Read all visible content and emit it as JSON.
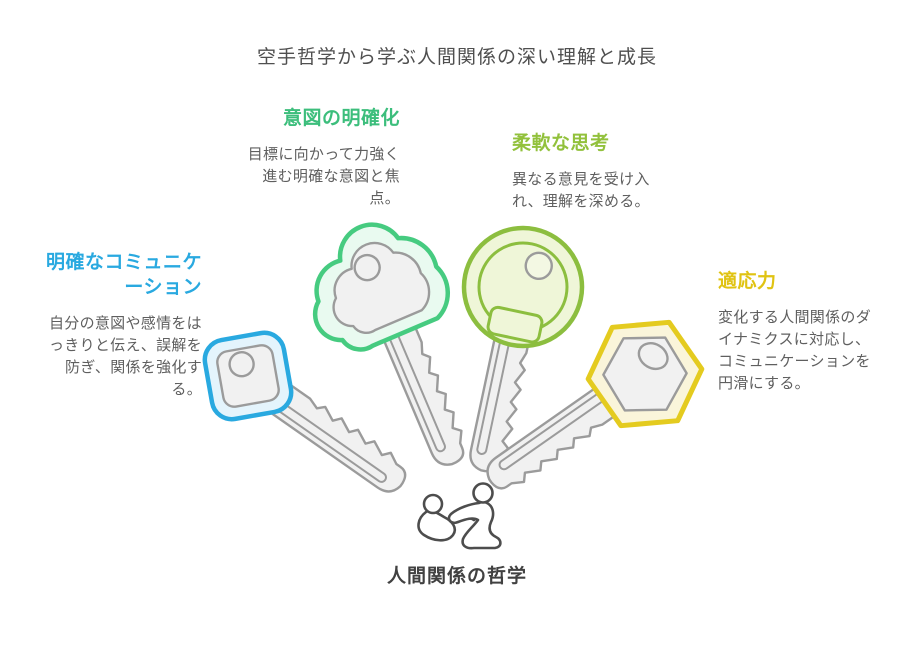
{
  "title": "空手哲学から学ぶ人間関係の深い理解と成長",
  "center": {
    "label": "人間関係の哲学",
    "icon": "grappling-people-icon"
  },
  "blocks": [
    {
      "id": "intention-clarity",
      "heading": "意図の明確化",
      "desc": "目標に向かって力強く進む明確な意図と焦点。",
      "desc_lines": [
        "目標に向かって力強く",
        "進む明確な意図と焦",
        "点。"
      ],
      "accent_color": "#3cbe7c",
      "key_icon": "clover-key-icon",
      "align": "right"
    },
    {
      "id": "flexible-thinking",
      "heading": "柔軟な思考",
      "desc": "異なる意見を受け入れ、理解を深める。",
      "desc_lines": [
        "異なる意見を受け入",
        "れ、理解を深める。"
      ],
      "accent_color": "#92c13c",
      "key_icon": "round-key-icon",
      "align": "left"
    },
    {
      "id": "clear-communication",
      "heading": "明確なコミュニケーション",
      "heading_lines": [
        "明確なコミュニケ",
        "ーション"
      ],
      "desc": "自分の意図や感情をはっきりと伝え、誤解を防ぎ、関係を強化する。",
      "desc_lines": [
        "自分の意図や感情をは",
        "っきりと伝え、誤解を",
        "防ぎ、関係を強化す",
        "る。"
      ],
      "accent_color": "#29a9e0",
      "key_icon": "diamond-key-icon",
      "align": "right"
    },
    {
      "id": "adaptability",
      "heading": "適応力",
      "desc": "変化する人間関係のダイナミクスに対応し、コミュニケーションを円滑にする。",
      "desc_lines": [
        "変化する人間関係のダ",
        "イナミクスに対応し、",
        "コミュニケーションを",
        "円滑にする。"
      ],
      "accent_color": "#e0c312",
      "key_icon": "hexagon-key-icon",
      "align": "left"
    }
  ],
  "colors": {
    "background": "#ffffff",
    "title_text": "#4f4f4f",
    "body_text": "#5f5f5f",
    "center_label_text": "#414141",
    "key_metal_stroke": "#9b9b9b",
    "key_metal_fill": "#f1f1f1",
    "blue_stroke": "#29a9e0",
    "blue_fill": "#e4f4fc",
    "green_stroke": "#46cb80",
    "green_fill": "#e9faf0",
    "olive_stroke": "#8cbe3f",
    "olive_fill": "#eff6d8",
    "yellow_stroke": "#e4cb1f",
    "yellow_fill": "#faf5da",
    "person_icon_stroke": "#4d4d4d"
  }
}
